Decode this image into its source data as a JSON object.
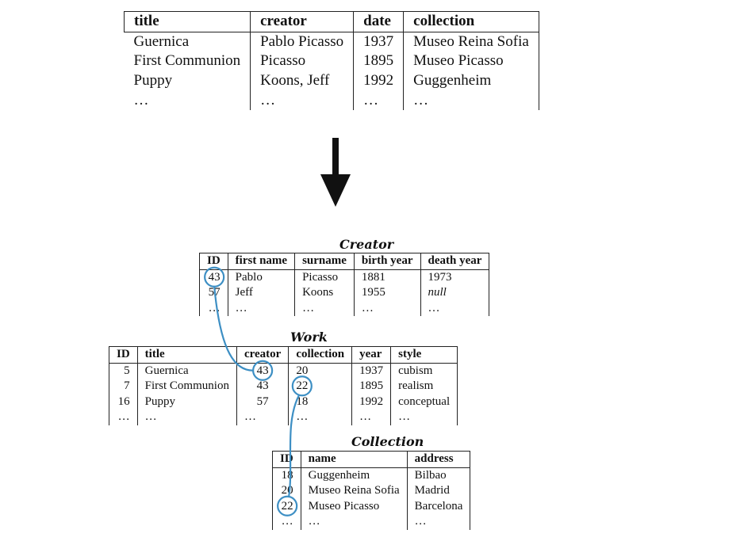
{
  "flat_table": {
    "headers": [
      "title",
      "creator",
      "date",
      "collection"
    ],
    "rows": [
      [
        "Guernica",
        "Pablo Picasso",
        "1937",
        "Museo Reina Sofia"
      ],
      [
        "First Communion",
        "Picasso",
        "1895",
        "Museo Picasso"
      ],
      [
        "Puppy",
        "Koons, Jeff",
        "1992",
        "Guggenheim"
      ],
      [
        "…",
        "…",
        "…",
        "…"
      ]
    ]
  },
  "creator": {
    "caption": "Creator",
    "headers": [
      "ID",
      "first name",
      "surname",
      "birth year",
      "death year"
    ],
    "rows": [
      [
        "43",
        "Pablo",
        "Picasso",
        "1881",
        "1973"
      ],
      [
        "57",
        "Jeff",
        "Koons",
        "1955",
        "null"
      ],
      [
        "…",
        "…",
        "…",
        "…",
        "…"
      ]
    ]
  },
  "work": {
    "caption": "Work",
    "headers": [
      "ID",
      "title",
      "creator",
      "collection",
      "year",
      "style"
    ],
    "rows": [
      [
        "5",
        "Guernica",
        "43",
        "20",
        "1937",
        "cubism"
      ],
      [
        "7",
        "First Communion",
        "43",
        "22",
        "1895",
        "realism"
      ],
      [
        "16",
        "Puppy",
        "57",
        "18",
        "1992",
        "conceptual"
      ],
      [
        "…",
        "…",
        "…",
        "…",
        "…",
        "…"
      ]
    ]
  },
  "collection": {
    "caption": "Collection",
    "headers": [
      "ID",
      "name",
      "address"
    ],
    "rows": [
      [
        "18",
        "Guggenheim",
        "Bilbao"
      ],
      [
        "20",
        "Museo Reina Sofia",
        "Madrid"
      ],
      [
        "22",
        "Museo Picasso",
        "Barcelona"
      ],
      [
        "…",
        "…",
        "…"
      ]
    ]
  },
  "colors": {
    "link": "#3d8fc4",
    "arrow": "#111111"
  }
}
